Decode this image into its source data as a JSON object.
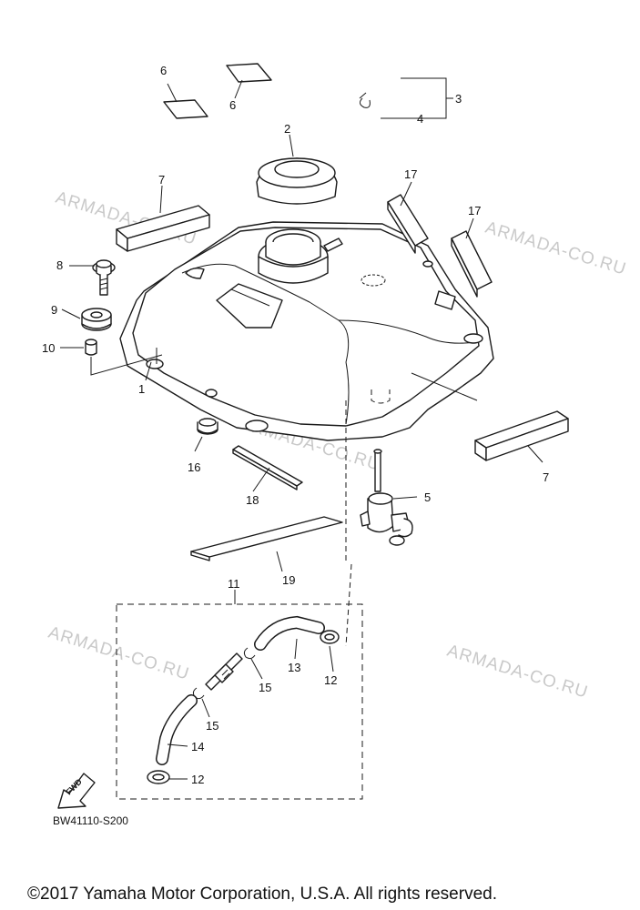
{
  "watermark": "ARMADA-CO.RU",
  "fwd_label": "FWD",
  "diagram_code": "BW41110-S200",
  "copyright": "©2017 Yamaha Motor Corporation, U.S.A. All rights reserved.",
  "callouts": {
    "c1": "1",
    "c2": "2",
    "c3": "3",
    "c4": "4",
    "c5": "5",
    "c6a": "6",
    "c6b": "6",
    "c7a": "7",
    "c7b": "7",
    "c8": "8",
    "c9": "9",
    "c10": "10",
    "c11": "11",
    "c12a": "12",
    "c12b": "12",
    "c13": "13",
    "c14": "14",
    "c15a": "15",
    "c15b": "15",
    "c16": "16",
    "c17a": "17",
    "c17b": "17",
    "c18": "18",
    "c19": "19"
  }
}
